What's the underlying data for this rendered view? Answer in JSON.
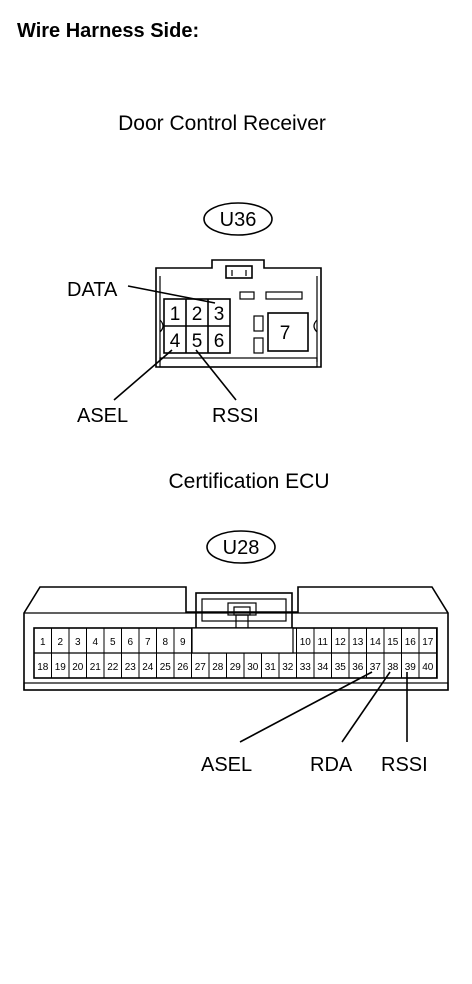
{
  "page_title": "Wire Harness Side:",
  "receiver": {
    "title": "Door Control Receiver",
    "code": "U36",
    "pins": [
      "1",
      "2",
      "3",
      "4",
      "5",
      "6",
      "7"
    ],
    "signals": {
      "data": "DATA",
      "asel": "ASEL",
      "rssi": "RSSI"
    }
  },
  "ecu": {
    "title": "Certification ECU",
    "code": "U28",
    "top_pins": [
      "1",
      "2",
      "3",
      "4",
      "5",
      "6",
      "7",
      "8",
      "9",
      "10",
      "11",
      "12",
      "13",
      "14",
      "15",
      "16",
      "17"
    ],
    "bottom_pins": [
      "18",
      "19",
      "20",
      "21",
      "22",
      "23",
      "24",
      "25",
      "26",
      "27",
      "28",
      "29",
      "30",
      "31",
      "32",
      "33",
      "34",
      "35",
      "36",
      "37",
      "38",
      "39",
      "40"
    ],
    "signals": {
      "asel": "ASEL",
      "rda": "RDA",
      "rssi": "RSSI"
    }
  }
}
